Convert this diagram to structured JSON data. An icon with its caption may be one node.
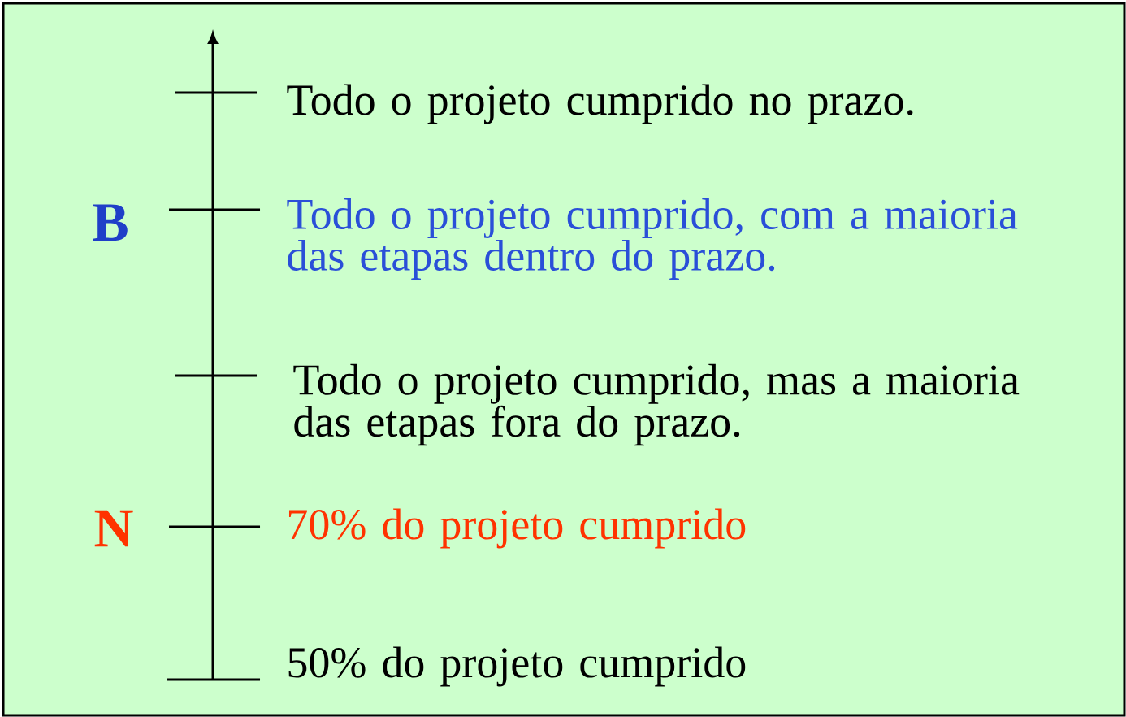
{
  "diagram": {
    "labels": [
      "Todo o projeto cumprido no prazo.",
      "B",
      "Todo o projeto cumprido, com a maioria das etapas dentro do prazo.",
      "Todo o projeto cumprido, mas a maioria das etapas fora do prazo.",
      "N",
      "70% do projeto cumprido",
      "50% do projeto cumprido"
    ]
  }
}
